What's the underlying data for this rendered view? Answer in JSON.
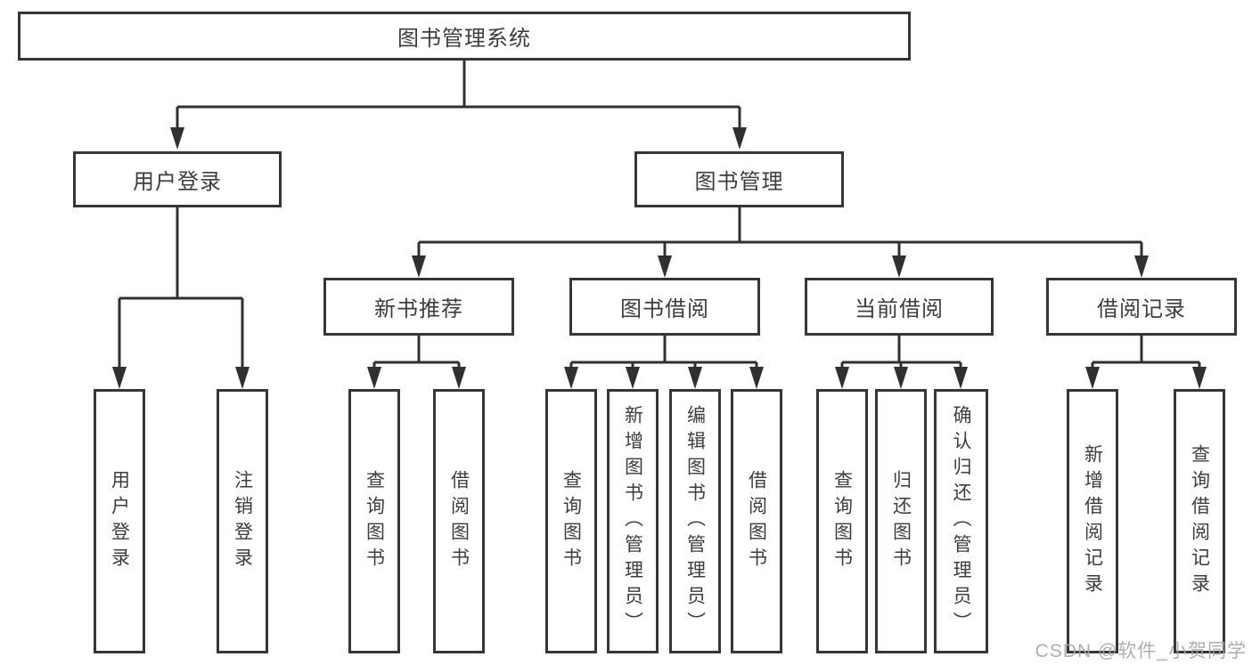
{
  "diagram": {
    "root": {
      "label": "图书管理系统"
    },
    "level2": {
      "user_login": {
        "label": "用户登录"
      },
      "book_mgmt": {
        "label": "图书管理"
      }
    },
    "level3": {
      "new_books": {
        "label": "新书推荐"
      },
      "borrowing": {
        "label": "图书借阅"
      },
      "current": {
        "label": "当前借阅"
      },
      "records": {
        "label": "借阅记录"
      }
    },
    "level4": {
      "user_login": [
        {
          "label": "用户登录"
        },
        {
          "label": "注销登录"
        }
      ],
      "new_books": [
        {
          "label": "查询图书"
        },
        {
          "label": "借阅图书"
        }
      ],
      "borrowing": [
        {
          "label": "查询图书"
        },
        {
          "label": "新增图书（管理员）"
        },
        {
          "label": "编辑图书（管理员）"
        },
        {
          "label": "借阅图书"
        }
      ],
      "current": [
        {
          "label": "查询图书"
        },
        {
          "label": "归还图书"
        },
        {
          "label": "确认归还（管理员）"
        }
      ],
      "records": [
        {
          "label": "新增借阅记录"
        },
        {
          "label": "查询借阅记录"
        }
      ]
    }
  },
  "watermark": {
    "text": "CSDN @软件_小贺同学"
  },
  "colors": {
    "line": "#303030",
    "border": "#363636",
    "text": "#3d3d3d",
    "watermark": "#a5a5a5",
    "background": "#ffffff"
  }
}
